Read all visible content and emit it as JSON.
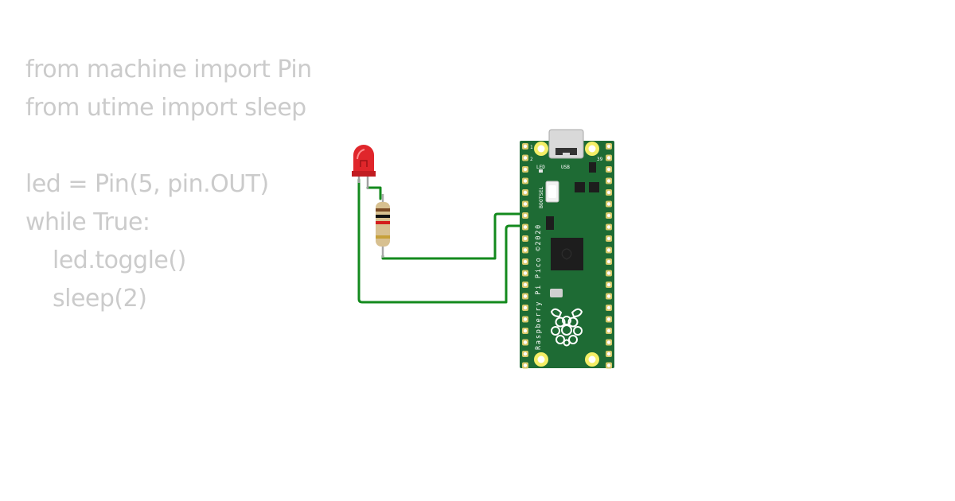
{
  "code": {
    "lines": [
      "from machine import Pin",
      "from utime import sleep",
      "",
      "led = Pin(5, pin.OUT)",
      "while True:",
      "led.toggle()",
      "sleep(2)"
    ]
  },
  "board": {
    "label": "Raspberry Pi Pico ©2020",
    "led_label": "LED",
    "usb_label": "USB",
    "bootsel_label": "BOOTSEL",
    "pin_1": "1",
    "pin_2": "2",
    "pin_39": "39",
    "color": "#1e6b34"
  },
  "components": {
    "led_color": "#e0262b",
    "wire_color": "#138a1d",
    "resistor_body_color": "#d7c090"
  },
  "icons": [
    "raspberry-logo-icon"
  ]
}
